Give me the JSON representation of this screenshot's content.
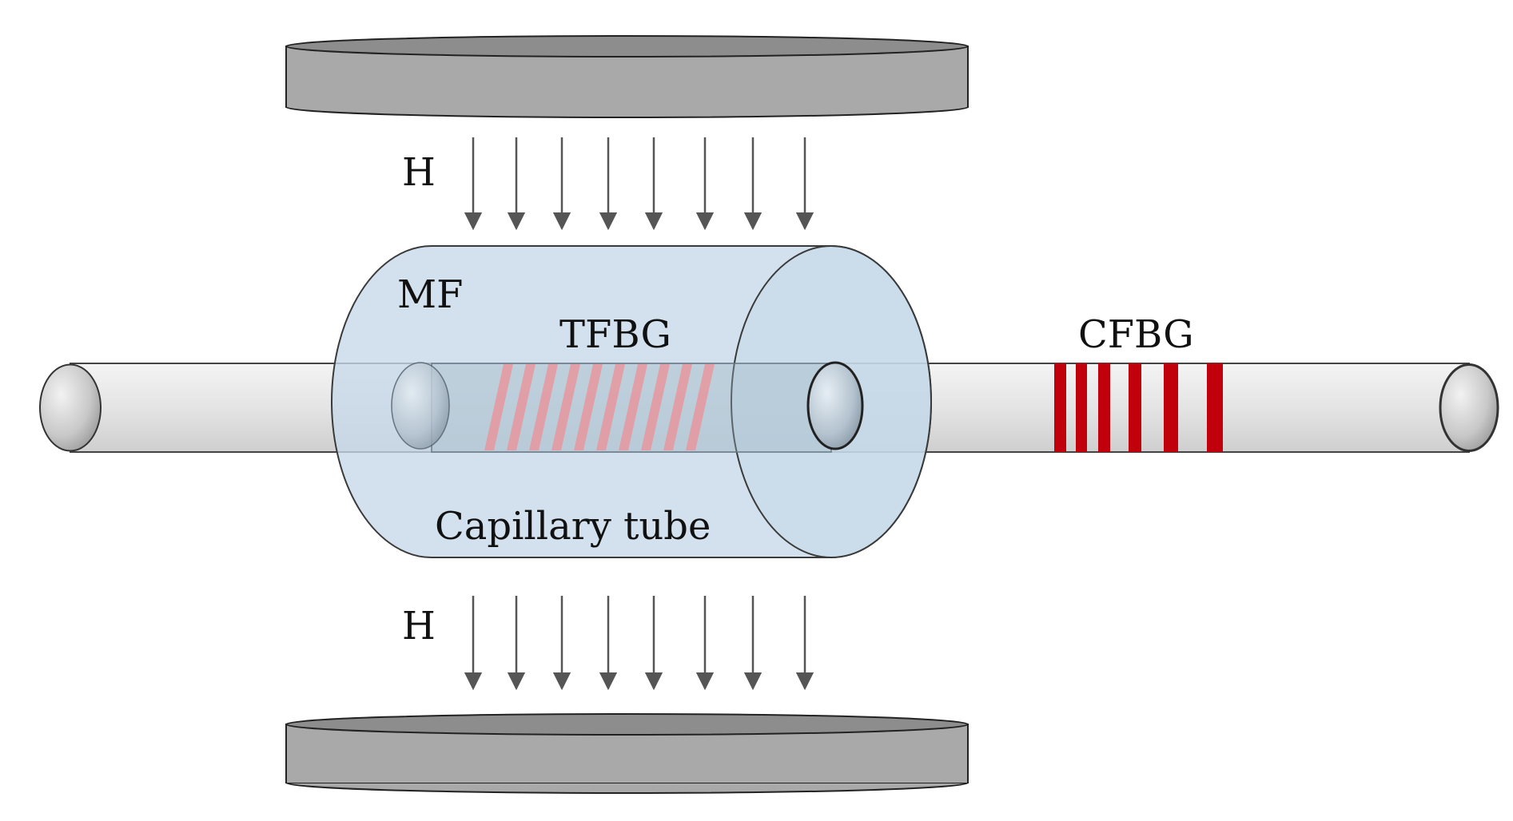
{
  "labels": {
    "field_top": "H",
    "field_bottom": "H",
    "magnetic_fluid": "MF",
    "tilted_grating": "TFBG",
    "capillary": "Capillary tube",
    "chirped_grating": "CFBG"
  },
  "colors": {
    "magnet": "#a9a9a9",
    "magnet_top": "#8d8d8d",
    "capillary_fill": "#c5d9e8",
    "fiber": "#e3e3e3",
    "grating_red": "#c0000b",
    "tilted_grating_pink": "#e59aa2",
    "arrow": "#555555"
  }
}
